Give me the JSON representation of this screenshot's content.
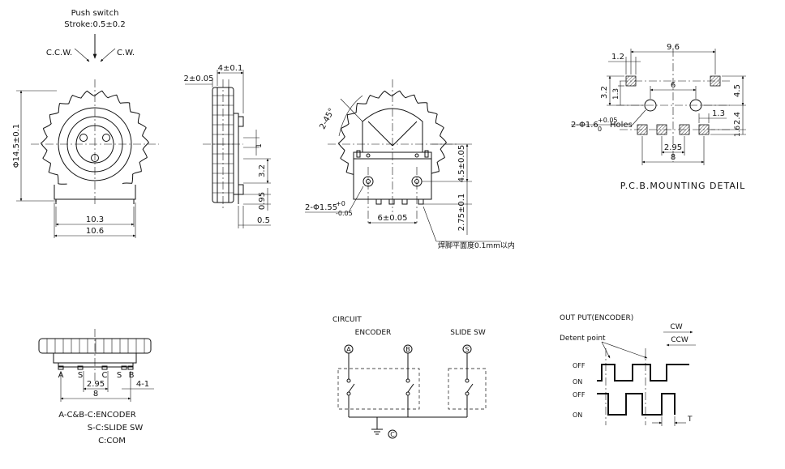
{
  "front_view": {
    "push_switch_label": "Push switch",
    "stroke_label": "Stroke:0.5±0.2",
    "ccw_label": "C.C.W.",
    "cw_label": "C.W.",
    "dia_label": "Φ14.5±0.1",
    "width_inner": "10.3",
    "width_outer": "10.6"
  },
  "side_view": {
    "dim_top": "4±0.1",
    "dim_left": "2±0.05",
    "dim_1": "1",
    "dim_3_2": "3.2",
    "dim_0_95": "0.95",
    "dim_0_5": "0.5"
  },
  "rear_view": {
    "angle_label": "2-45°",
    "dim_4_5": "4.5±0.05",
    "holes_label": "2-Φ1.55",
    "holes_sup": "+0",
    "holes_sub": "-0.05",
    "dim_6": "6±0.05",
    "dim_2_75": "2.75±0.1",
    "note": "焊脚平面度0.1mm以内"
  },
  "pcb": {
    "title": "P.C.B.MOUNTING DETAIL",
    "dim_9_6": "9.6",
    "dim_1_2": "1.2",
    "dim_6": "6",
    "dim_3_2": "3.2",
    "dim_1_3_left": "1.3",
    "dim_4_5": "4.5",
    "dim_1_3_right": "1.3",
    "dim_2_4": "2.4",
    "dim_1_6": "1.6",
    "holes_label": "2-Φ1.6",
    "holes_sup": "+0.05",
    "holes_sub": "0",
    "holes_suffix": "Holes",
    "dim_2_95": "2.95",
    "dim_8": "8"
  },
  "bottom_view": {
    "pin_a": "A",
    "pin_s1": "S",
    "pin_c": "C",
    "pin_s2": "S",
    "pin_b": "B",
    "dim_2_95": "2.95",
    "dim_8": "8",
    "dim_4_1": "4-1",
    "legend_1": "A-C&B-C:ENCODER",
    "legend_2": "S-C:SLIDE SW",
    "legend_3": "C:COM"
  },
  "circuit": {
    "title": "CIRCUIT",
    "encoder_label": "ENCODER",
    "slide_label": "SLIDE SW",
    "node_a": "A",
    "node_b": "B",
    "node_s": "S",
    "node_c": "C"
  },
  "output": {
    "title": "OUT PUT(ENCODER)",
    "cw": "CW",
    "ccw": "CCW",
    "detent": "Detent point",
    "off1": "OFF",
    "on1": "ON",
    "off2": "OFF",
    "on2": "ON",
    "t": "T"
  }
}
